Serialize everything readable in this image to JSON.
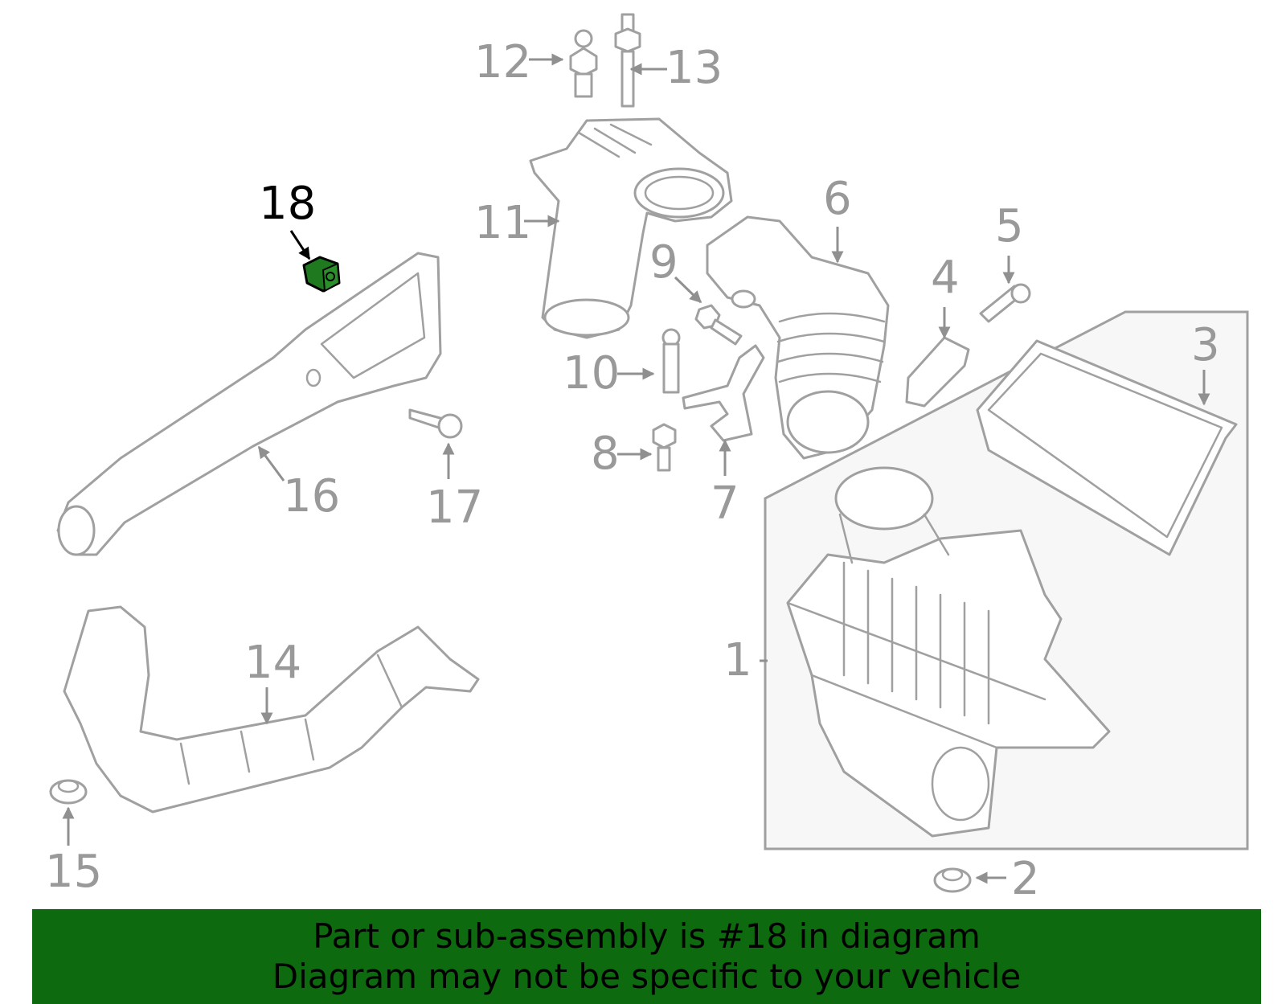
{
  "callouts": {
    "c1": "1",
    "c2": "2",
    "c3": "3",
    "c4": "4",
    "c5": "5",
    "c6": "6",
    "c7": "7",
    "c8": "8",
    "c9": "9",
    "c10": "10",
    "c11": "11",
    "c12": "12",
    "c13": "13",
    "c14": "14",
    "c15": "15",
    "c16": "16",
    "c17": "17",
    "c18": "18"
  },
  "highlighted_part": "18",
  "colors": {
    "highlight_fill": "#1f7a1f",
    "banner_background": "#0e6a0e",
    "outline": "#a0a0a0"
  },
  "banner": {
    "line1": "Part or sub-assembly is #18 in diagram",
    "line2": "Diagram may not be specific to your vehicle"
  }
}
